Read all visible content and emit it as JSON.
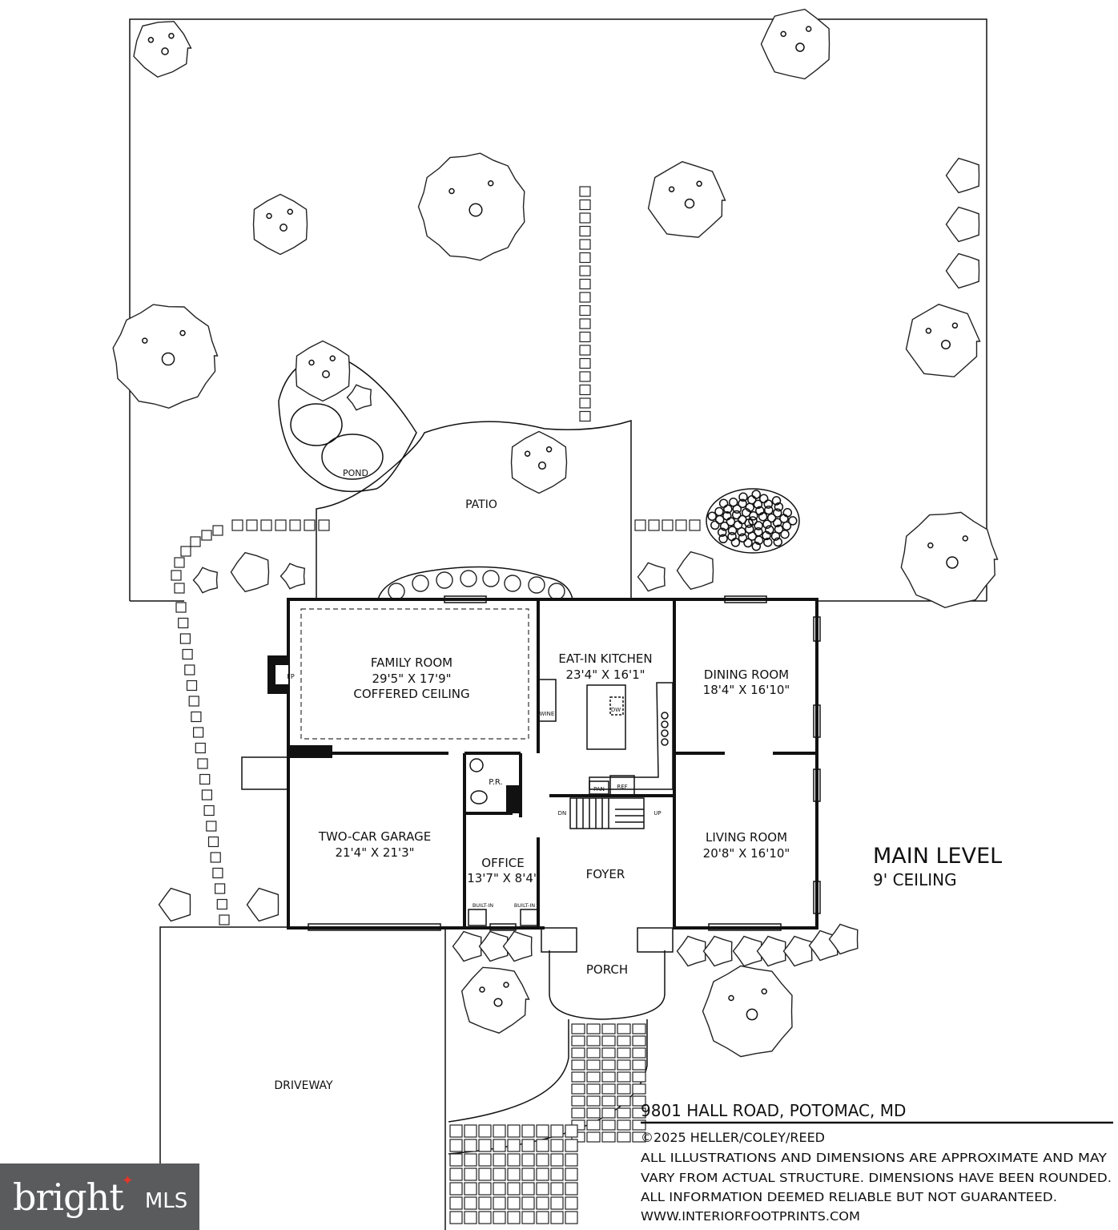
{
  "rooms": {
    "patio": "PATIO",
    "pond": "POND",
    "family_room": {
      "name": "FAMILY ROOM",
      "dims": "29'5\" X 17'9\"",
      "note": "COFFERED CEILING"
    },
    "kitchen": {
      "name": "EAT-IN KITCHEN",
      "dims": "23'4\" X 16'1\""
    },
    "dining_room": {
      "name": "DINING ROOM",
      "dims": "18'4\" X 16'10\""
    },
    "living_room": {
      "name": "LIVING ROOM",
      "dims": "20'8\" X 16'10\""
    },
    "garage": {
      "name": "TWO-CAR GARAGE",
      "dims": "21'4\" X 21'3\""
    },
    "office": {
      "name": "OFFICE",
      "dims": "13'7\" X 8'4\""
    },
    "foyer": "FOYER",
    "porch": "PORCH",
    "driveway": "DRIVEWAY",
    "powder_room": "P.R."
  },
  "fixtures": {
    "fireplace": "FP",
    "wine": "WINE",
    "dishwasher": "DW",
    "pantry": "PAN",
    "refrigerator": "REF",
    "stairs_down": "DN",
    "stairs_up": "UP",
    "built_in_left": "BUILT-IN",
    "built_in_right": "BUILT-IN"
  },
  "level": {
    "name": "MAIN LEVEL",
    "ceiling": "9' CEILING"
  },
  "footer": {
    "address": "9801 HALL ROAD, POTOMAC, MD",
    "copyright": "©2025 HELLER/COLEY/REED",
    "disclaimer_1": "ALL ILLUSTRATIONS AND DIMENSIONS ARE APPROXIMATE AND MAY",
    "disclaimer_2": "VARY FROM ACTUAL STRUCTURE. DIMENSIONS HAVE BEEN ROUNDED.",
    "disclaimer_3": "ALL INFORMATION DEEMED RELIABLE BUT NOT GUARANTEED.",
    "website": "WWW.INTERIORFOOTPRINTS.COM"
  },
  "brand": {
    "name": "bright",
    "suffix": "MLS"
  }
}
